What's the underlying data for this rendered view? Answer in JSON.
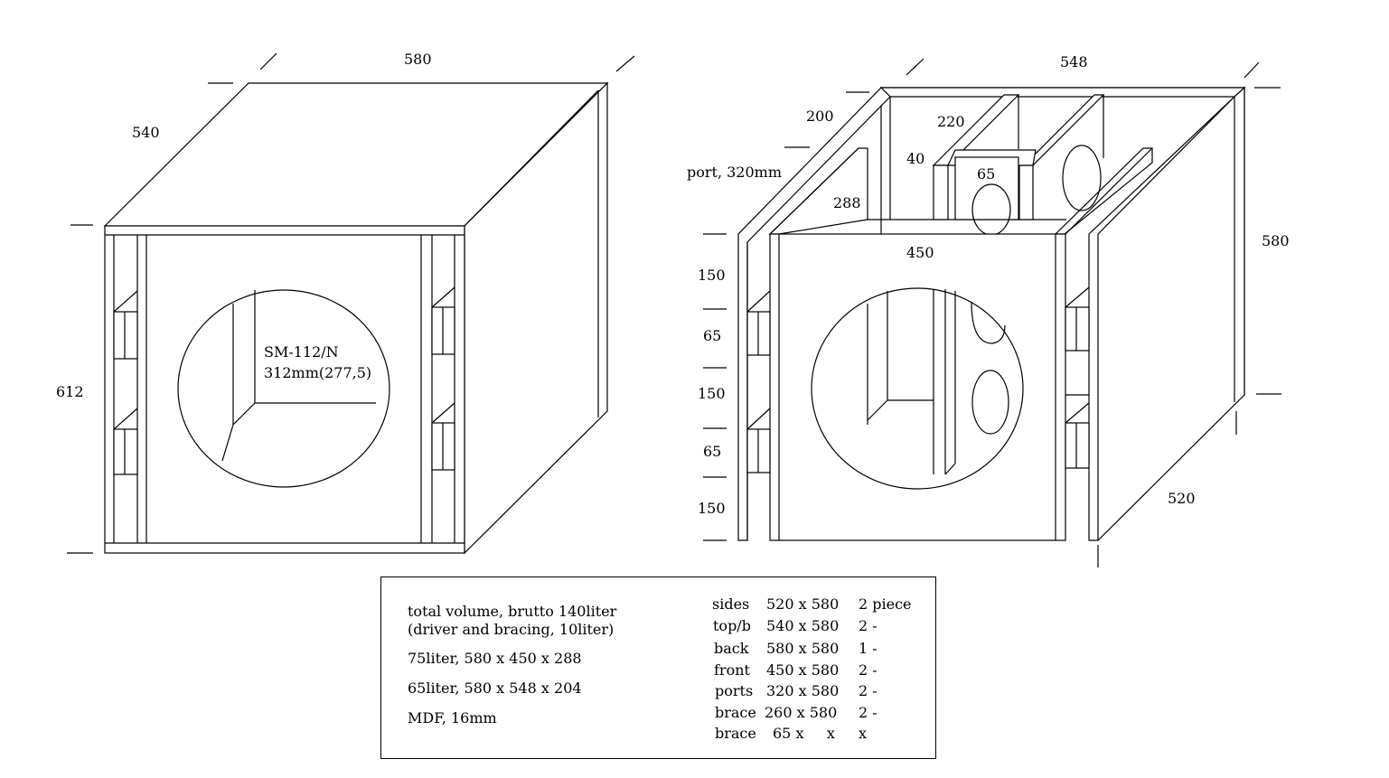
{
  "left_view": {
    "dims": {
      "width": "580",
      "depth": "540",
      "height": "612"
    },
    "driver_model": "SM-112/N",
    "driver_cutout": "312mm(277,5)"
  },
  "right_view": {
    "dims": {
      "width": "548",
      "height": "580",
      "depth": "520"
    },
    "port_label": "port, 320mm",
    "inner_labels": [
      "200",
      "220",
      "40",
      "65",
      "288",
      "450"
    ],
    "vertical_sections": [
      "150",
      "65",
      "150",
      "65",
      "150"
    ]
  },
  "notes": {
    "lines": [
      "total volume, brutto 140liter",
      "(driver and bracing, 10liter)",
      "75liter, 580 x 450 x 288",
      "65liter, 580 x 548 x 204",
      "MDF, 16mm"
    ],
    "cut_list": [
      {
        "part": "sides",
        "size": "520 x 580",
        "qty": "2 piece"
      },
      {
        "part": "top/b",
        "size": "540 x 580",
        "qty": "2 -"
      },
      {
        "part": "back",
        "size": "580 x 580",
        "qty": "1 -"
      },
      {
        "part": "front",
        "size": "450 x 580",
        "qty": "2 -"
      },
      {
        "part": "ports",
        "size": "320 x 580",
        "qty": "2 -"
      },
      {
        "part": "brace",
        "size": "260 x 580",
        "qty": "2 -"
      },
      {
        "part": "brace",
        "size": "65 x     x",
        "qty": "x"
      }
    ]
  }
}
